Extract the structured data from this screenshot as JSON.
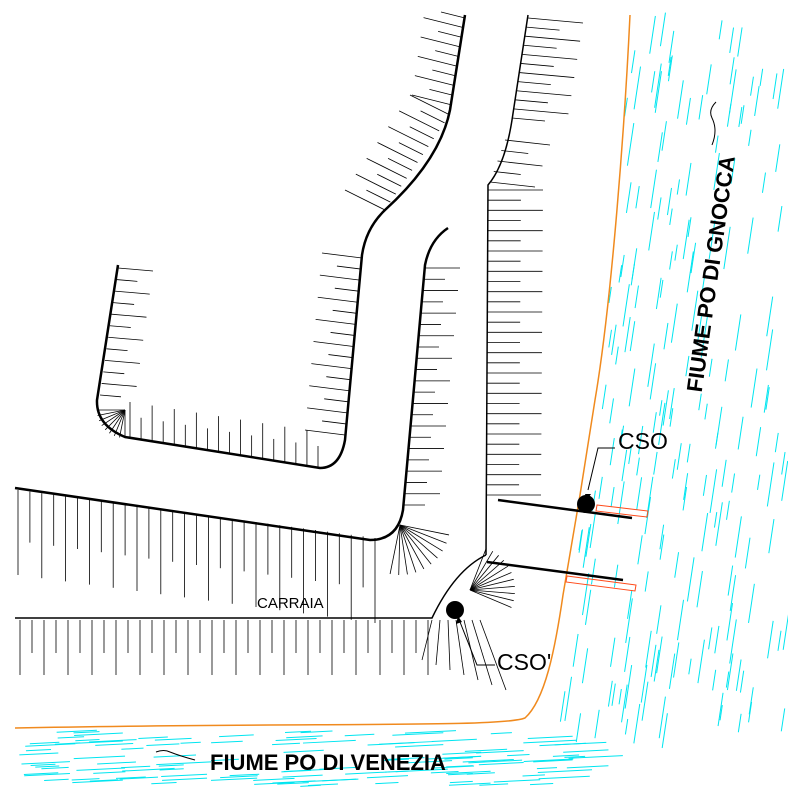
{
  "labels": {
    "river_east": "FIUME PO DI GNOCCA",
    "river_south": "FIUME PO DI VENEZIA",
    "road": "CARRAIA",
    "cso": "CSO",
    "cso_prime": "CSO'"
  },
  "colors": {
    "water": "#00e5f0",
    "bank": "#f08a1e",
    "jetty": "#ff4a1a",
    "line": "#000000"
  }
}
